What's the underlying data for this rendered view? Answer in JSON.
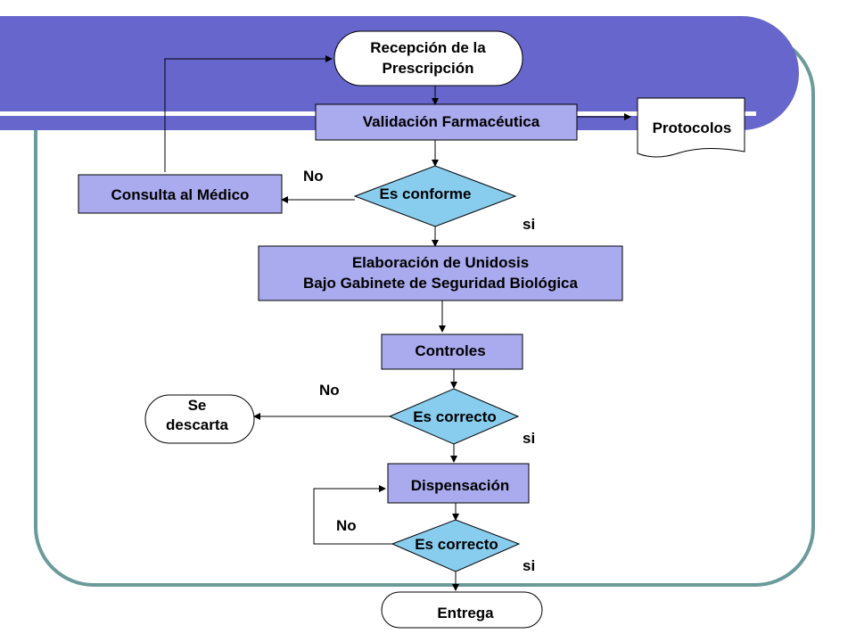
{
  "colors": {
    "header_band": "#6666cc",
    "frame_border": "#6b9a9a",
    "box_fill": "#aaaaee",
    "diamond_fill": "#88ccee",
    "stroke": "#000000"
  },
  "nodes": {
    "recepcion": [
      "Recepción de la",
      "Prescripción"
    ],
    "validacion": "Validación Farmacéutica",
    "protocolos": "Protocolos",
    "consulta": "Consulta al Médico",
    "es_conforme": "Es conforme",
    "elaboracion": [
      "Elaboración de Unidosis",
      "Bajo Gabinete de Seguridad Biológica"
    ],
    "controles": "Controles",
    "es_correcto_1": "Es correcto",
    "descarta": [
      "Se",
      "descarta"
    ],
    "dispensacion": "Dispensación",
    "es_correcto_2": "Es correcto",
    "entrega": "Entrega"
  },
  "edge_labels": {
    "no_1": "No",
    "si_1": "si",
    "no_2": "No",
    "si_2": "si",
    "no_3": "No",
    "si_3": "si"
  }
}
